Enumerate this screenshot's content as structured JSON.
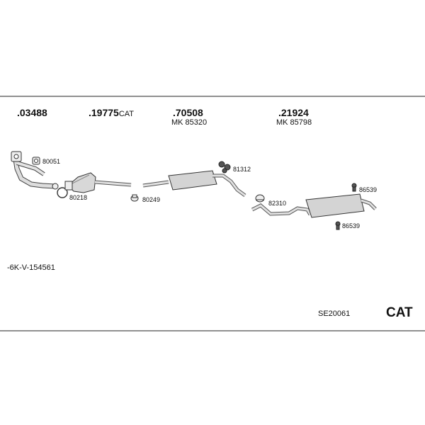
{
  "parts": {
    "p03488": {
      "number": ".03488"
    },
    "p19775": {
      "number": ".19775",
      "suffix": "CAT"
    },
    "p70508": {
      "number": ".70508",
      "sub": "MK 85320"
    },
    "p21924": {
      "number": ".21924",
      "sub": "MK 85798"
    }
  },
  "labels": {
    "l80051": "80051",
    "l80218": "80218",
    "l80249": "80249",
    "l81312": "81312",
    "l82310": "82310",
    "l86539a": "86539",
    "l86539b": "86539"
  },
  "footer": {
    "vehicle_code": "-6K-V-154561",
    "set_code": "SE20061",
    "badge": "CAT"
  }
}
